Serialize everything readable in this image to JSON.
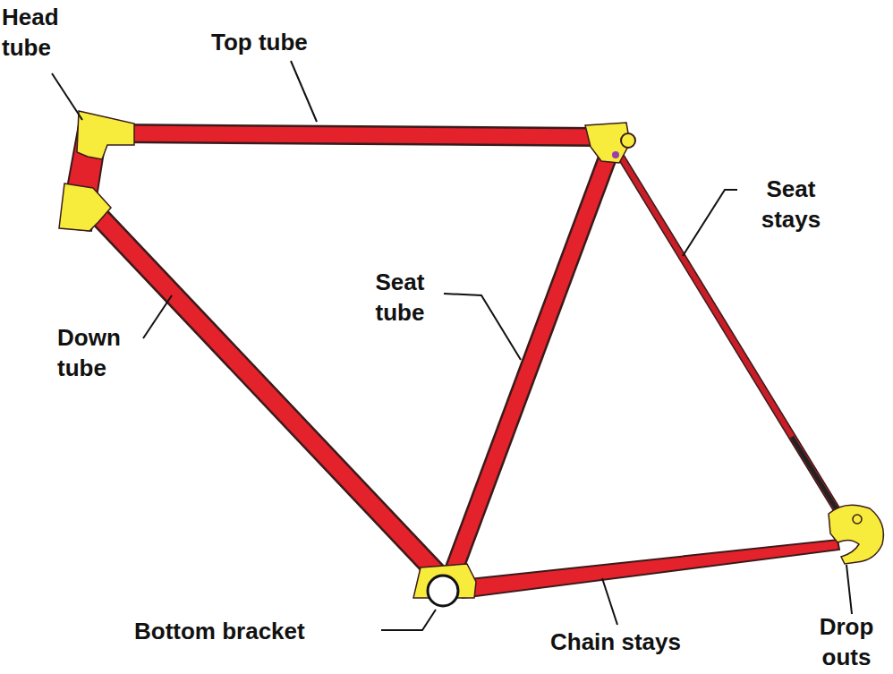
{
  "diagram": {
    "labels": [
      "Head tube",
      "Top tube",
      "Seat stays",
      "Seat tube",
      "Down tube",
      "Bottom bracket",
      "Chain stays",
      "Drop outs"
    ]
  }
}
